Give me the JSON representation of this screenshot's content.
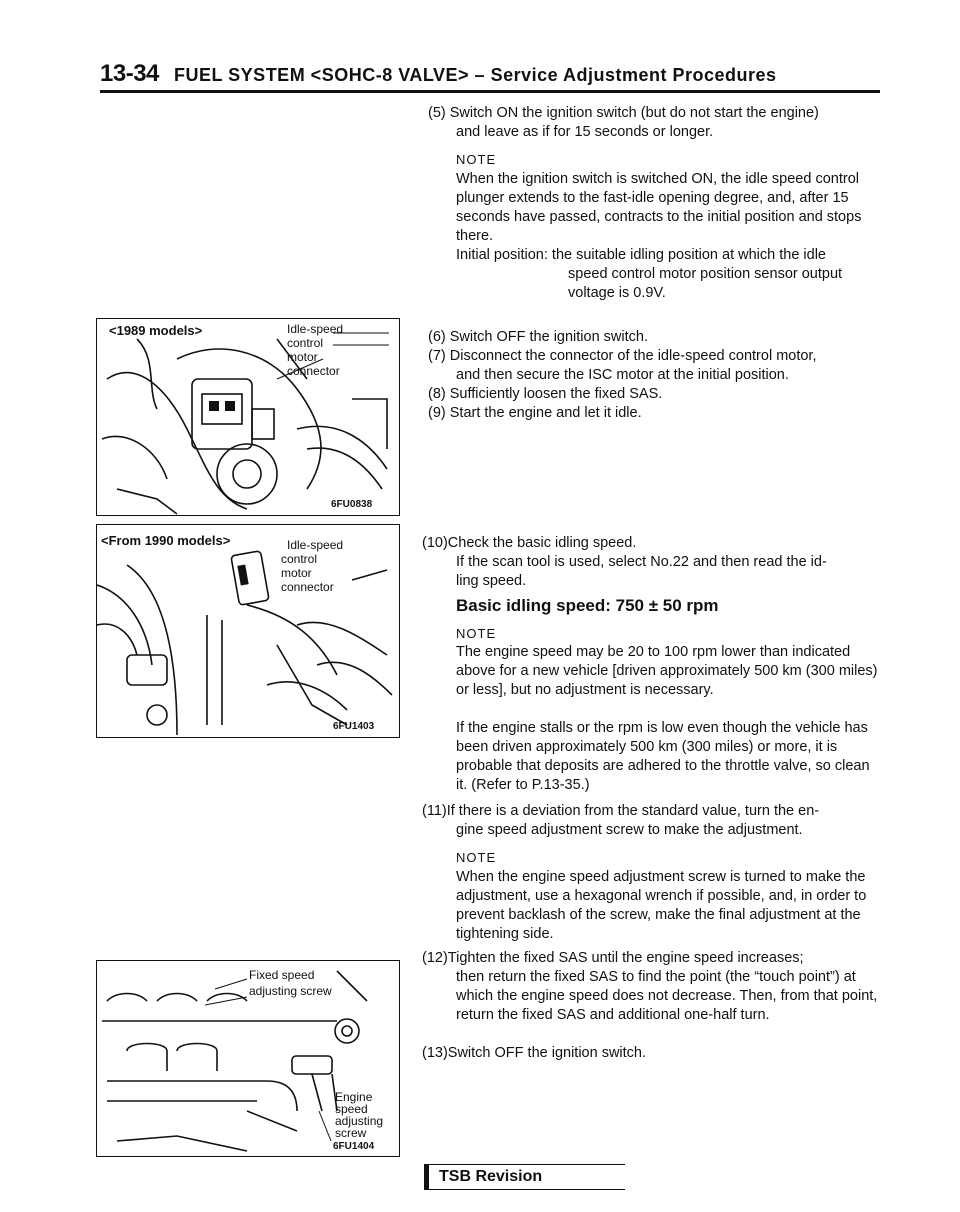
{
  "header": {
    "page_number": "13-34",
    "title": "FUEL SYSTEM <SOHC-8 VALVE> – Service Adjustment Procedures"
  },
  "figures": {
    "fig1": {
      "caption": "<1989 models>",
      "labels": [
        "Idle-speed",
        "control",
        "motor",
        "connector"
      ],
      "code": "6FU0838"
    },
    "fig2": {
      "caption": "<From 1990 models>",
      "labels": [
        "Idle-speed",
        "control",
        "motor",
        "connector"
      ],
      "code": "6FU1403"
    },
    "fig3": {
      "label_fixed": [
        "Fixed speed",
        "adjusting screw"
      ],
      "label_engine": [
        "Engine",
        "speed",
        "adjusting",
        "screw"
      ],
      "code": "6FU1404"
    }
  },
  "steps": {
    "s5": "(5) Switch ON the ignition switch (but do not start the engine)",
    "s5b": "and leave as if for 15 seconds or longer.",
    "note_label": "NOTE",
    "s5_note": "When the ignition switch is switched ON, the idle speed control plunger extends to the fast-idle opening degree, and, after 15 seconds have passed, contracts to the initial position and stops there.",
    "s5_initial_a": "Initial position: the suitable idling position at which the idle",
    "s5_initial_b": "speed control motor position sensor output",
    "s5_initial_c": "voltage is 0.9V.",
    "s6": "(6) Switch OFF the ignition switch.",
    "s7": "(7) Disconnect the connector of the idle-speed control motor,",
    "s7b": "and then secure the ISC motor at the initial position.",
    "s8": "(8) Sufficiently loosen the fixed SAS.",
    "s9": "(9) Start the engine and let it idle.",
    "s10": "(10)Check the basic idling speed.",
    "s10b": "If the scan tool is used, select No.22 and then read the id-",
    "s10c": "ling speed.",
    "s10_spec": "Basic idling speed: 750 ± 50 rpm",
    "s10_note1": "The engine speed may be 20 to 100 rpm lower than indicated above for a new vehicle [driven approximately 500 km (300 miles) or less], but no adjustment is necessary.",
    "s10_note2": "If the engine stalls or the rpm is low even though the vehicle has been driven approximately 500 km (300 miles) or more, it is probable that deposits are adhered to the throttle valve, so clean it. (Refer to P.13-35.)",
    "s11": "(11)If there is a deviation from the standard value, turn the en-",
    "s11b": "gine speed adjustment screw to make the adjustment.",
    "s11_note": "When the engine speed adjustment screw is turned to make the adjustment, use a hexagonal wrench if possible, and, in order to prevent backlash of the screw, make the final adjustment at the tightening side.",
    "s12": "(12)Tighten the fixed SAS until the engine speed increases;",
    "s12b": "then return the fixed SAS to find the point (the “touch point”) at which the engine speed does not decrease. Then, from that point, return the fixed SAS and additional one-half turn.",
    "s13": "(13)Switch OFF the ignition switch."
  },
  "footer": {
    "label": "TSB Revision"
  }
}
